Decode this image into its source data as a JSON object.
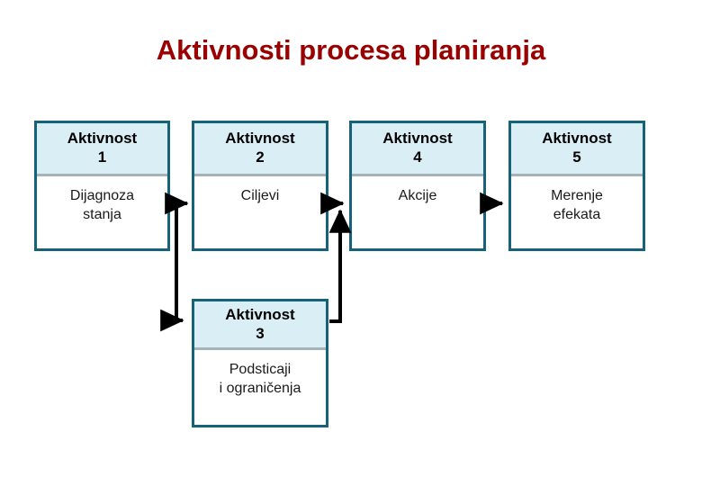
{
  "slide": {
    "title": "Aktivnosti procesa planiranja",
    "title_color": "#990000",
    "background": "#ffffff"
  },
  "style": {
    "box_border_color": "#16627a",
    "header_fill": "#daeef5",
    "header_divider": "#a6b3b8",
    "body_fill": "#ffffff",
    "connector_color": "#000000",
    "text_color": "#000000"
  },
  "boxes": [
    {
      "id": "activity-1",
      "header_line1": "Aktivnost",
      "header_line2": "1",
      "body": "Dijagnoza\nstanja"
    },
    {
      "id": "activity-2",
      "header_line1": "Aktivnost",
      "header_line2": "2",
      "body": "Ciljevi"
    },
    {
      "id": "activity-4",
      "header_line1": "Aktivnost",
      "header_line2": "4",
      "body": "Akcije"
    },
    {
      "id": "activity-5",
      "header_line1": "Aktivnost",
      "header_line2": "5",
      "body": "Merenje\nefekata"
    },
    {
      "id": "activity-3",
      "header_line1": "Aktivnost",
      "header_line2": "3",
      "body": "Podsticaji\ni ograničenja"
    }
  ],
  "connectors": [
    {
      "id": "conn-1-to-2",
      "from": "activity-1",
      "to": "activity-2",
      "kind": "elbow-arrow"
    },
    {
      "id": "conn-1-to-3",
      "from": "activity-1",
      "to": "activity-3",
      "kind": "elbow-arrow"
    },
    {
      "id": "conn-2-to-4",
      "from": "activity-2",
      "to": "activity-4",
      "kind": "straight-arrow"
    },
    {
      "id": "conn-3-to-4",
      "from": "activity-3",
      "to": "activity-4",
      "kind": "elbow-arrow-up"
    },
    {
      "id": "conn-4-to-5",
      "from": "activity-4",
      "to": "activity-5",
      "kind": "straight-arrow"
    }
  ]
}
